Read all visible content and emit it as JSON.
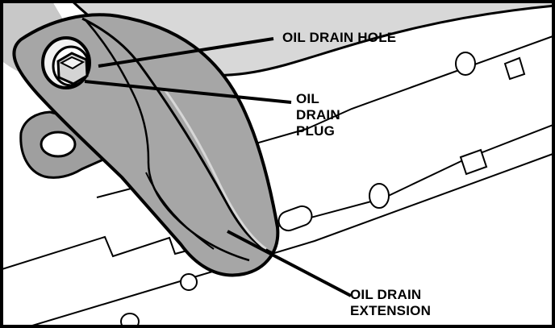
{
  "callouts": {
    "drain_hole": [
      "OIL DRAIN HOLE"
    ],
    "drain_plug": [
      "OIL",
      "DRAIN",
      "PLUG"
    ],
    "drain_extension": [
      "OIL DRAIN",
      "EXTENSION"
    ]
  },
  "colors": {
    "ink": "#000000",
    "background": "#ffffff",
    "part_gray": "#a7a7a7",
    "shadow_gray": "#c9c9c9",
    "light_gray": "#ececec"
  }
}
